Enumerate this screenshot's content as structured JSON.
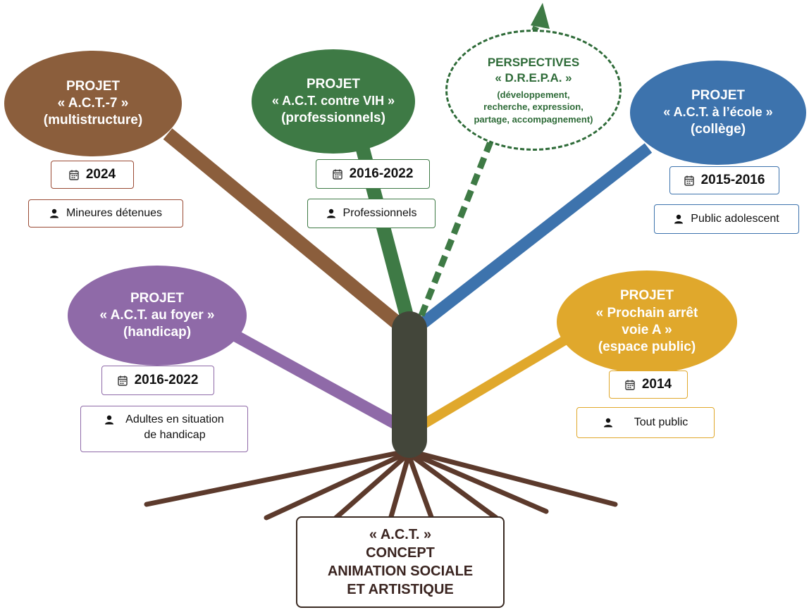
{
  "concept": {
    "lines": [
      "« A.C.T. »",
      "CONCEPT",
      "ANIMATION SOCIALE",
      "ET ARTISTIQUE"
    ]
  },
  "colors": {
    "brown": "#8b5e3c",
    "green": "#3e7a45",
    "green_dark": "#2e6b38",
    "blue": "#3d73ad",
    "purple": "#8f6aa8",
    "orange": "#e0a82c",
    "trunk": "#43463a",
    "root": "#5c3a2c"
  },
  "projects": {
    "act7": {
      "lines": [
        "PROJET",
        "« A.C.T.-7 »",
        "(multistructure)"
      ],
      "date": "2024",
      "audience": [
        "Mineures détenues"
      ]
    },
    "vih": {
      "lines": [
        "PROJET",
        "« A.C.T. contre VIH »",
        "(professionnels)"
      ],
      "date": "2016-2022",
      "audience": [
        "Professionnels"
      ]
    },
    "ecole": {
      "lines": [
        "PROJET",
        "« A.C.T. à l’école »",
        "(collège)"
      ],
      "date": "2015-2016",
      "audience": [
        "Public adolescent"
      ]
    },
    "foyer": {
      "lines": [
        "PROJET",
        "« A.C.T. au foyer »",
        "(handicap)"
      ],
      "date": "2016-2022",
      "audience": [
        "Adultes en situation",
        "de handicap"
      ]
    },
    "arret": {
      "lines": [
        "PROJET",
        "« Prochain arrêt",
        "voie A »",
        "(espace public)"
      ],
      "date": "2014",
      "audience": [
        "Tout public"
      ]
    }
  },
  "perspectives": {
    "title": [
      "PERSPECTIVES",
      "« D.R.E.P.A. »"
    ],
    "sub": [
      "(développement,",
      "recherche, expression,",
      "partage, accompagnement)"
    ]
  },
  "icons": {
    "date": "calendar-icon",
    "audience": "person-icon"
  }
}
